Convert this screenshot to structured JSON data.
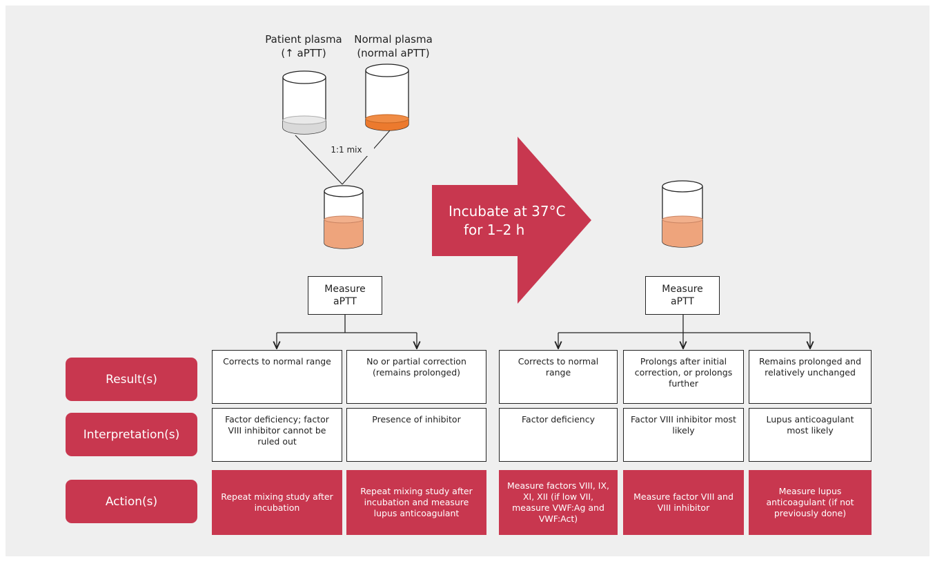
{
  "plasma": {
    "patient_line1": "Patient plasma",
    "patient_line2": "(↑ aPTT)",
    "normal_line1": "Normal plasma",
    "normal_line2": "(normal aPTT)",
    "mix_label": "1:1 mix"
  },
  "incubate": {
    "line1": "Incubate at 37°C",
    "line2": "for 1–2 h"
  },
  "measure": {
    "line1": "Measure",
    "line2": "aPTT"
  },
  "row_labels": {
    "result": "Result(s)",
    "interpretation": "Interpretation(s)",
    "action": "Action(s)"
  },
  "columns": [
    {
      "result": "Corrects to normal range",
      "interpretation": "Factor deficiency; factor VIII inhibitor cannot be ruled out",
      "action": "Repeat mixing study after incubation"
    },
    {
      "result": "No or partial correction (remains prolonged)",
      "interpretation": "Presence of inhibitor",
      "action": "Repeat mixing study after incubation and measure lupus anticoagulant"
    },
    {
      "result": "Corrects to normal range",
      "interpretation": "Factor deficiency",
      "action": "Measure factors VIII, IX, XI, XII (if low VII, measure VWF:Ag and VWF:Act)"
    },
    {
      "result": "Prolongs after initial correction, or prolongs further",
      "interpretation": "Factor VIII inhibitor most likely",
      "action": "Measure factor VIII and VIII inhibitor"
    },
    {
      "result": "Remains prolonged and relatively unchanged",
      "interpretation": "Lupus anticoagulant most likely",
      "action": "Measure lupus anticoagulant (if not previously done)"
    }
  ],
  "colors": {
    "accent": "#c8374f",
    "patient_plasma": "#d9d9d9",
    "normal_plasma": "#ec7a2e",
    "mixed_plasma": "#eea47c",
    "background": "#efefef"
  }
}
